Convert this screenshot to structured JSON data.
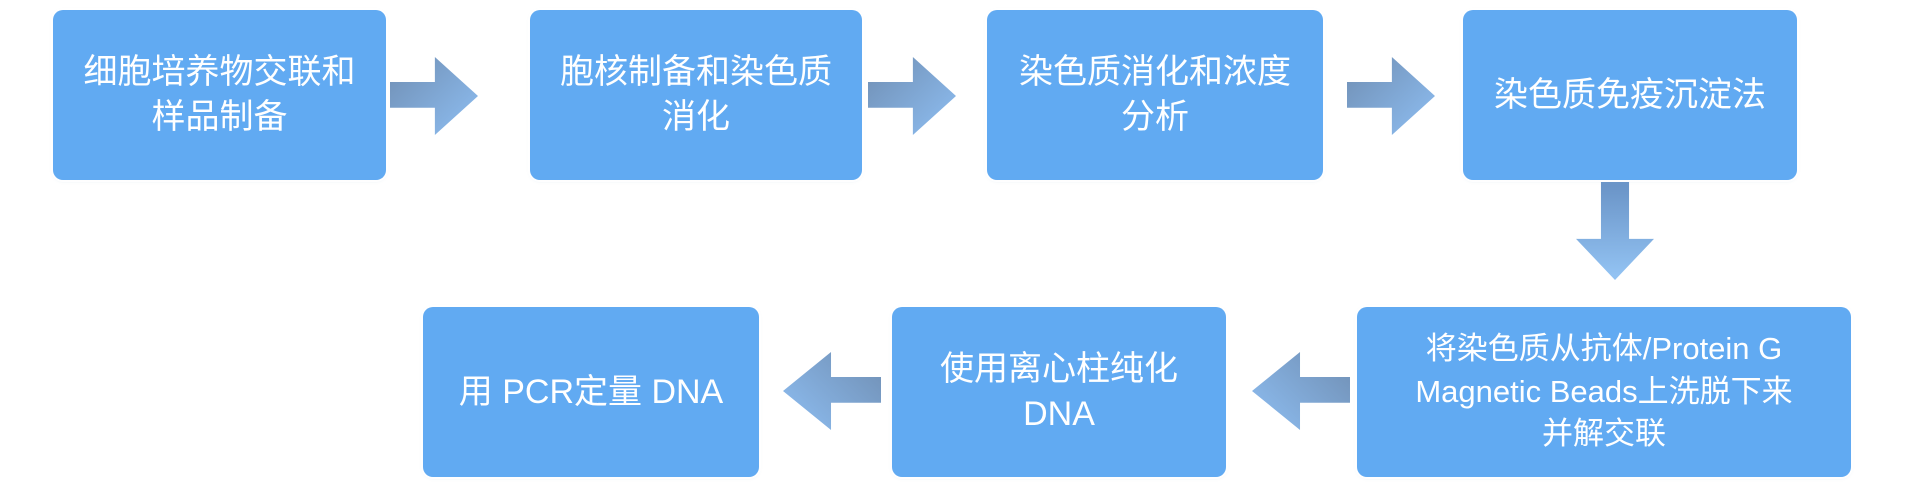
{
  "diagram": {
    "type": "flowchart",
    "language": "zh-CN",
    "topic": "Chromatin immunoprecipitation (ChIP) workflow",
    "steps": [
      {
        "index": 1,
        "label": "细胞培养物交联和\n样品制备"
      },
      {
        "index": 2,
        "label": "胞核制备和染色质\n消化"
      },
      {
        "index": 3,
        "label": "染色质消化和浓度\n分析"
      },
      {
        "index": 4,
        "label": "染色质免疫沉淀法"
      },
      {
        "index": 5,
        "label": "将染色质从抗体/Protein G\nMagnetic Beads上洗脱下来\n并解交联"
      },
      {
        "index": 6,
        "label": "使用离心柱纯化\nDNA"
      },
      {
        "index": 7,
        "label": "用 PCR定量 DNA"
      }
    ],
    "arrows": [
      {
        "from": 1,
        "to": 2,
        "direction": "right"
      },
      {
        "from": 2,
        "to": 3,
        "direction": "right"
      },
      {
        "from": 3,
        "to": 4,
        "direction": "right"
      },
      {
        "from": 4,
        "to": 5,
        "direction": "down"
      },
      {
        "from": 5,
        "to": 6,
        "direction": "left"
      },
      {
        "from": 6,
        "to": 7,
        "direction": "left"
      }
    ],
    "colors": {
      "box_fill": "#61aaf2",
      "box_text": "#ffffff",
      "arrow_gradient_dark": "#7292b8",
      "arrow_gradient_light": "#8cbbee",
      "background": "#ffffff"
    }
  }
}
